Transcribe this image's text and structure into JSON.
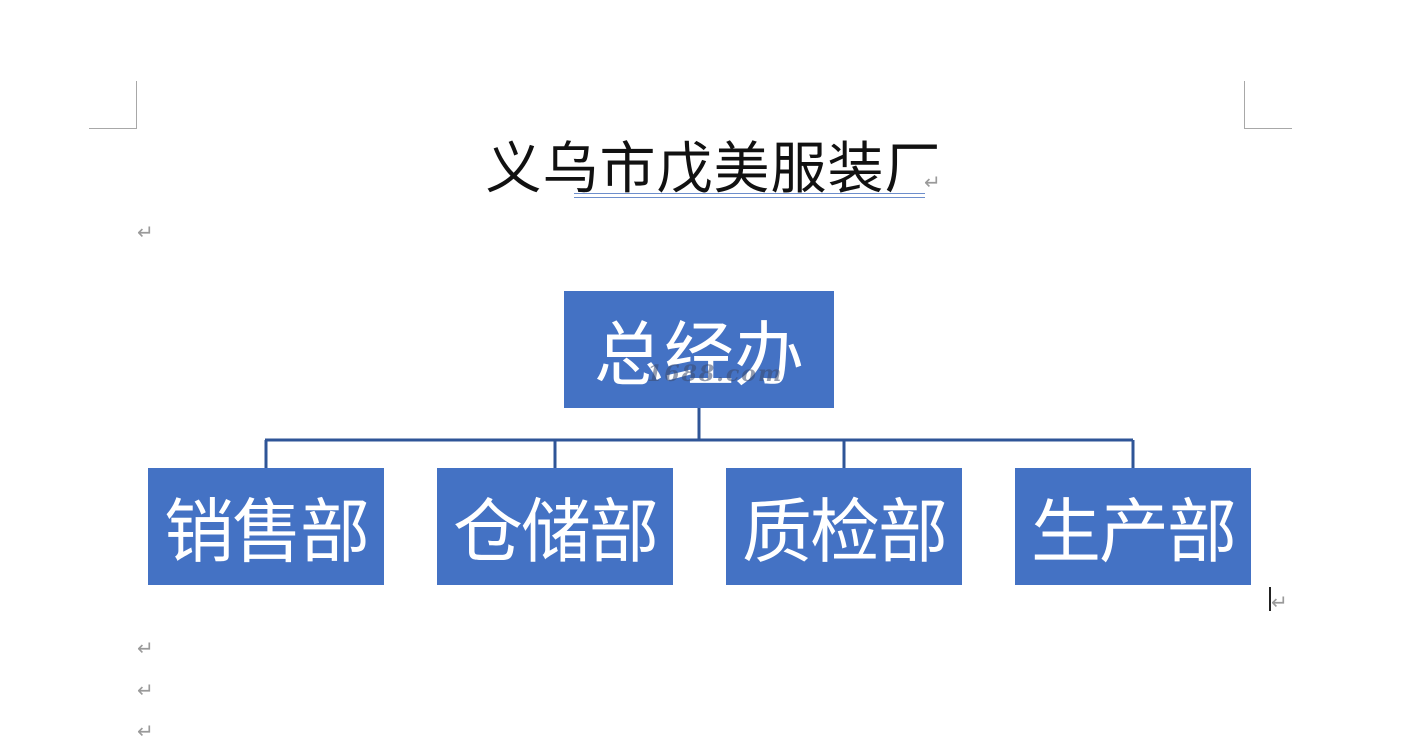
{
  "document": {
    "title": "义乌市戊美服装厂",
    "paragraph_mark": "↵"
  },
  "org_chart": {
    "root": {
      "label": "总经办"
    },
    "children": [
      {
        "label": "销售部"
      },
      {
        "label": "仓储部"
      },
      {
        "label": "质检部"
      },
      {
        "label": "生产部"
      }
    ],
    "node_color": "#4472c4",
    "connector_color": "#2f5597"
  },
  "watermark": "1688.com"
}
